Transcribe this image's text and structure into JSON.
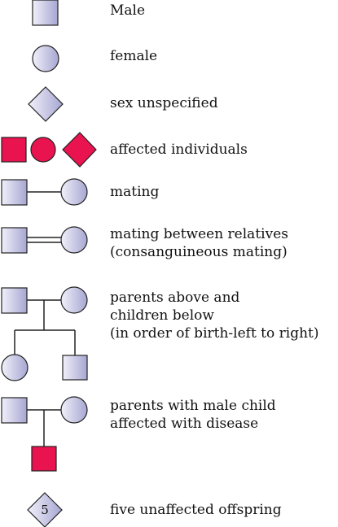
{
  "colors": {
    "unaffected_fill_light": "#f1f0fa",
    "unaffected_fill_dark": "#a6a6d2",
    "affected_fill": "#e8134f",
    "stroke": "#222222"
  },
  "legend": {
    "male": "Male",
    "female": "female",
    "sex_unspecified": "sex unspecified",
    "affected": "affected individuals",
    "mating": "mating",
    "consanguineous_line1": "mating between relatives",
    "consanguineous_line2": "(consanguineous mating)",
    "parents_children_line1": "parents above and",
    "parents_children_line2": "children below",
    "parents_children_line3": "(in order of birth-left to right)",
    "affected_child_line1": "parents with male child",
    "affected_child_line2": "affected with disease",
    "unaffected_offspring": "five unaffected offspring",
    "offspring_count": "5"
  }
}
